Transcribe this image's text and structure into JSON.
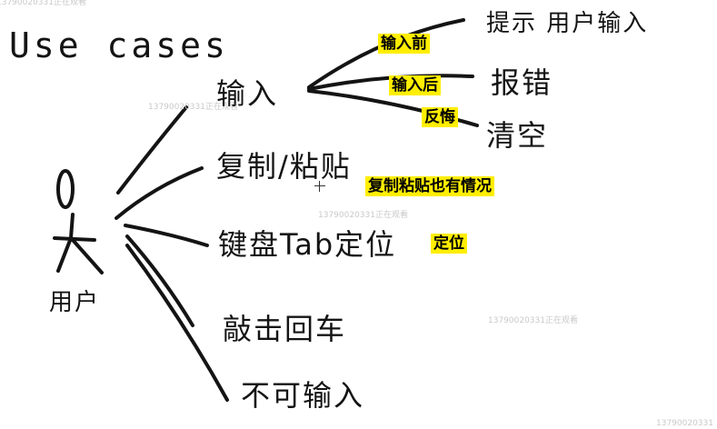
{
  "title": "Use cases",
  "actor": {
    "label": "用户"
  },
  "use_cases": [
    {
      "label": "输入"
    },
    {
      "label": "复制/粘贴"
    },
    {
      "label": "键盘Tab定位"
    },
    {
      "label": "敲击回车"
    },
    {
      "label": "不可输入"
    }
  ],
  "sub_cases": [
    {
      "label": "提示 用户输入"
    },
    {
      "label": "报错"
    },
    {
      "label": "清空"
    }
  ],
  "annotations": [
    "输入前",
    "输入后",
    "反悔",
    "复制粘贴也有情况",
    "定位"
  ],
  "watermarks": [
    "13790020331正在观看",
    "13790020331正在观看",
    "13790020331正在观看",
    "13790020331正在观看",
    "13790020331"
  ],
  "colors": {
    "highlight": "#ffee00",
    "ink": "#141414",
    "watermark": "#c9c9c9"
  }
}
